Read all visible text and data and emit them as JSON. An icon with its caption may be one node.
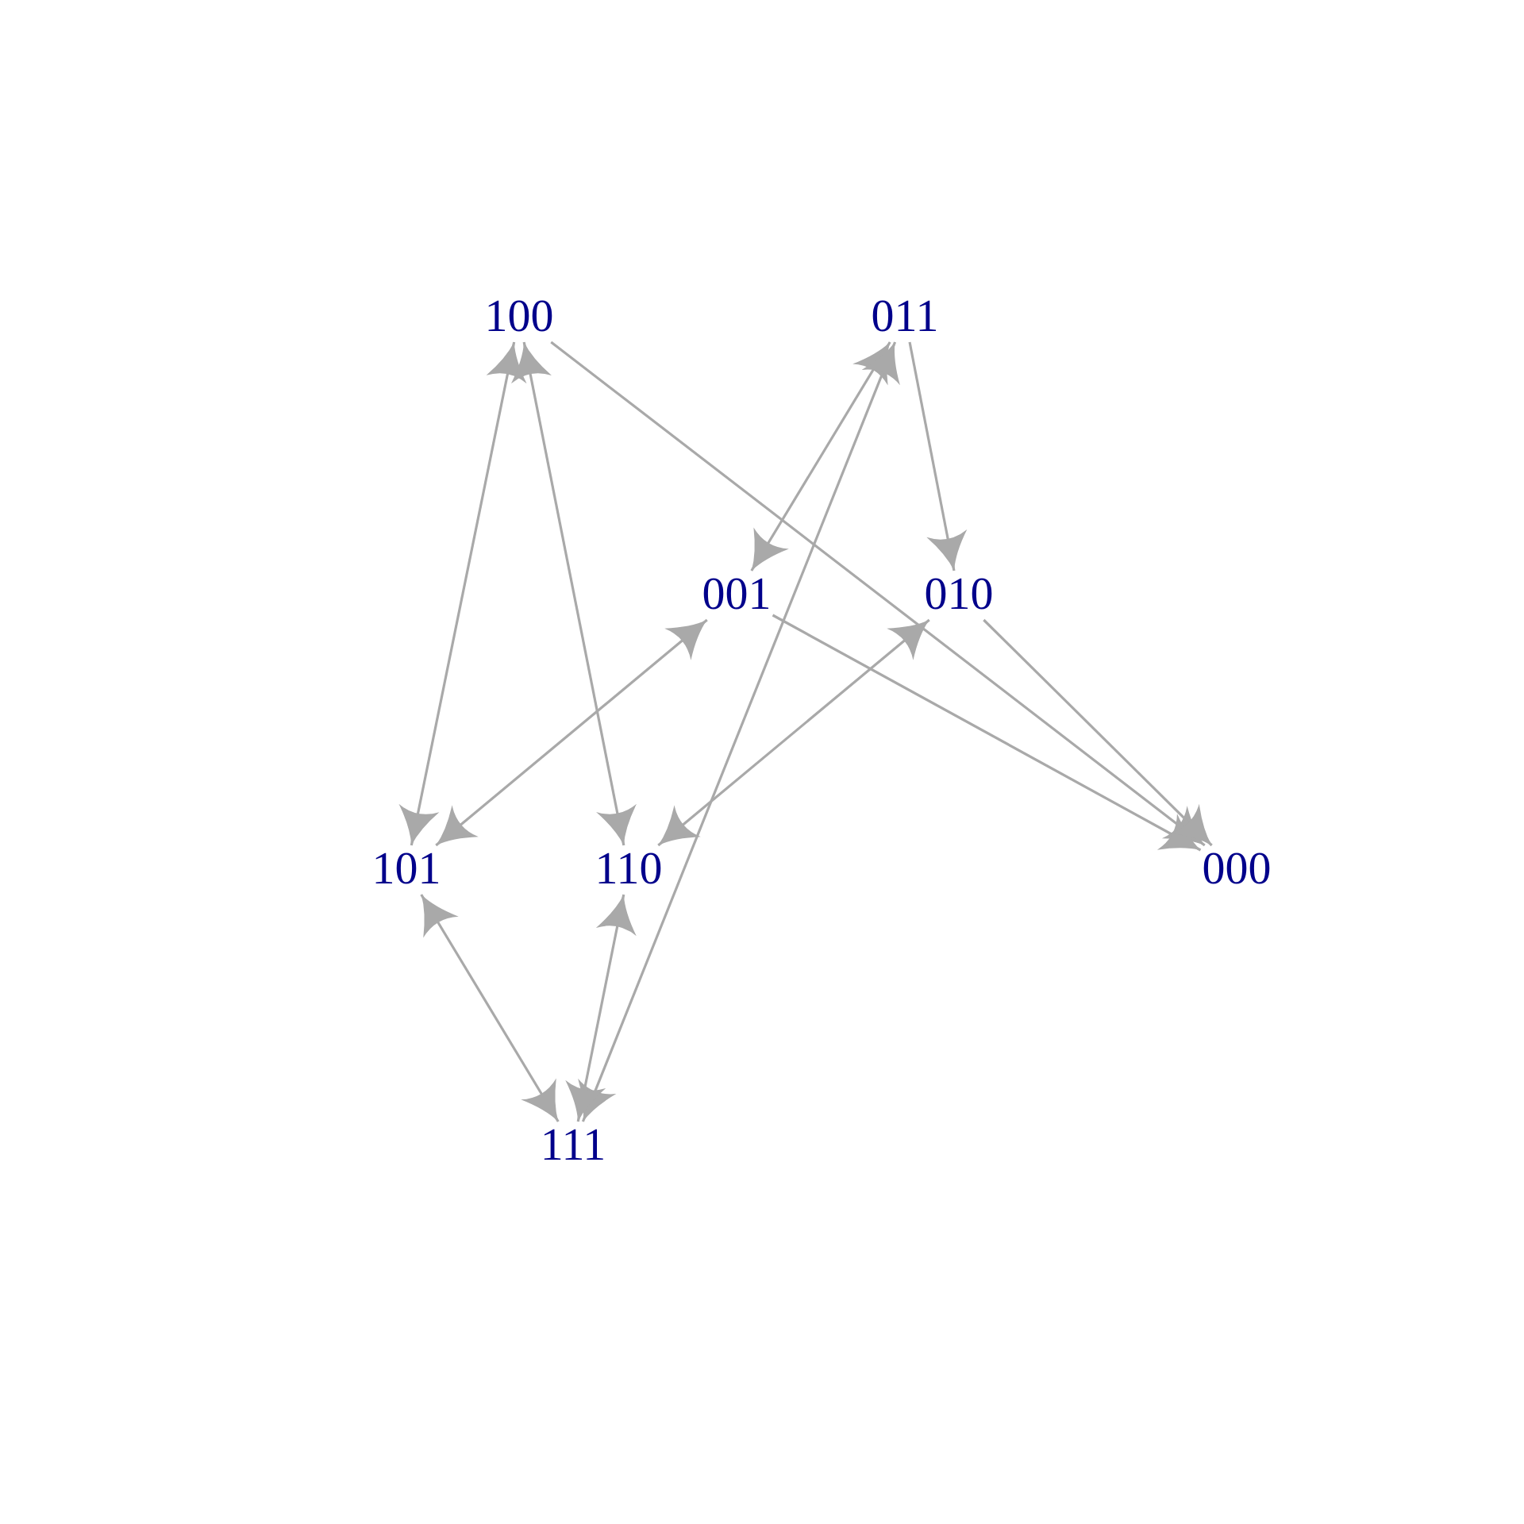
{
  "diagram": {
    "nodes": [
      {
        "text": [
          "100"
        ]
      },
      {
        "text": [
          "011"
        ]
      },
      {
        "text": [
          "001"
        ]
      },
      {
        "text": [
          "010"
        ]
      },
      {
        "text": [
          "101"
        ]
      },
      {
        "text": [
          "110"
        ]
      },
      {
        "text": [
          "000"
        ]
      },
      {
        "text": [
          "111"
        ]
      }
    ],
    "edges": [
      {
        "from": 0,
        "to": 4,
        "arrow": "both"
      },
      {
        "from": 0,
        "to": 5,
        "arrow": "both"
      },
      {
        "from": 0,
        "to": 6,
        "arrow": "to"
      },
      {
        "from": 1,
        "to": 2,
        "arrow": "both"
      },
      {
        "from": 1,
        "to": 3,
        "arrow": "to"
      },
      {
        "from": 1,
        "to": 7,
        "arrow": "both"
      },
      {
        "from": 2,
        "to": 4,
        "arrow": "both"
      },
      {
        "from": 2,
        "to": 6,
        "arrow": "to"
      },
      {
        "from": 3,
        "to": 5,
        "arrow": "both"
      },
      {
        "from": 3,
        "to": 6,
        "arrow": "to"
      },
      {
        "from": 4,
        "to": 7,
        "arrow": "both"
      },
      {
        "from": 5,
        "to": 7,
        "arrow": "both"
      }
    ]
  }
}
